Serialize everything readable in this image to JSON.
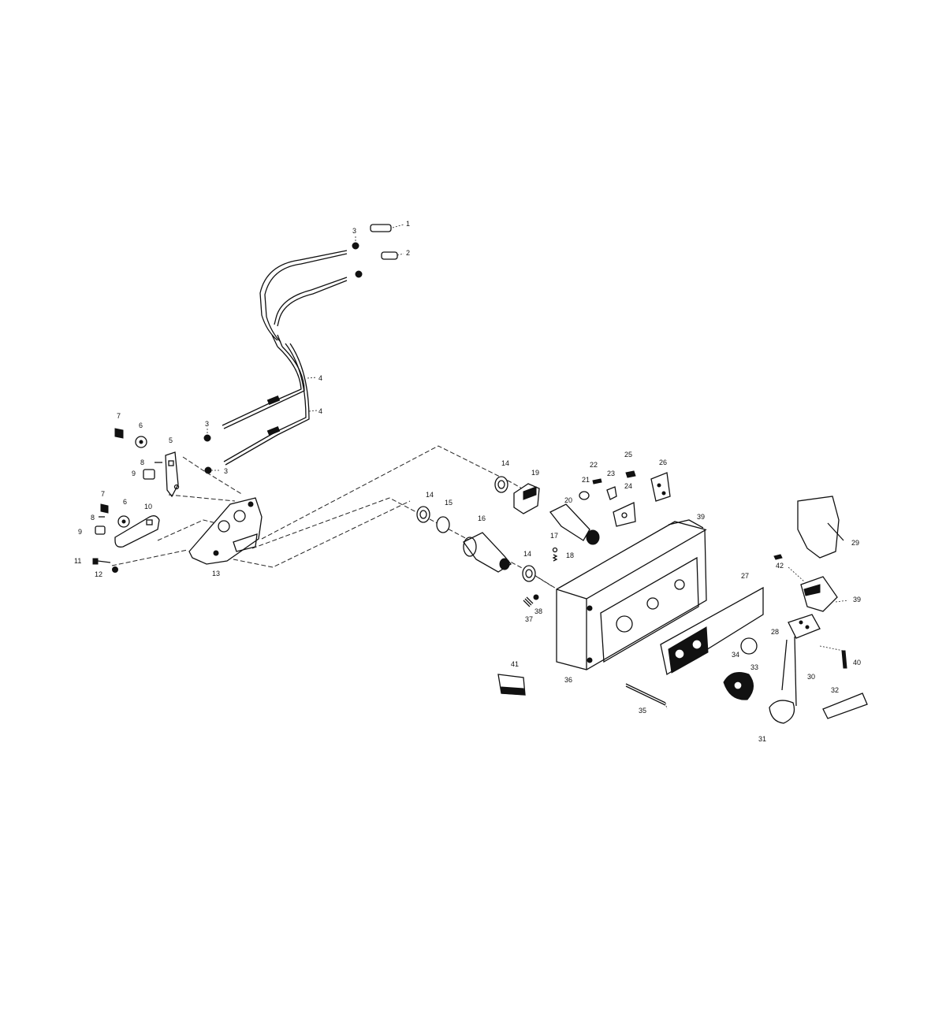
{
  "diagram": {
    "callouts": {
      "c1": "1",
      "c2": "2",
      "c3a": "3",
      "c3b": "3",
      "c3c": "3",
      "c4a": "4",
      "c4b": "4",
      "c5": "5",
      "c6a": "6",
      "c6b": "6",
      "c7a": "7",
      "c7b": "7",
      "c8a": "8",
      "c8b": "8",
      "c9a": "9",
      "c9b": "9",
      "c10": "10",
      "c11": "11",
      "c12": "12",
      "c13": "13",
      "c14a": "14",
      "c14b": "14",
      "c14c": "14",
      "c15": "15",
      "c16": "16",
      "c17": "17",
      "c18": "18",
      "c19": "19",
      "c20": "20",
      "c21": "21",
      "c22": "22",
      "c23": "23",
      "c24": "24",
      "c25": "25",
      "c26": "26",
      "c27": "27",
      "c28": "28",
      "c29": "29",
      "c30": "30",
      "c31": "31",
      "c32": "32",
      "c33": "33",
      "c34": "34",
      "c35": "35",
      "c36": "36",
      "c37": "37",
      "c38": "38",
      "c39a": "39",
      "c39b": "39",
      "c40": "40",
      "c41": "41",
      "c42": "42"
    }
  }
}
